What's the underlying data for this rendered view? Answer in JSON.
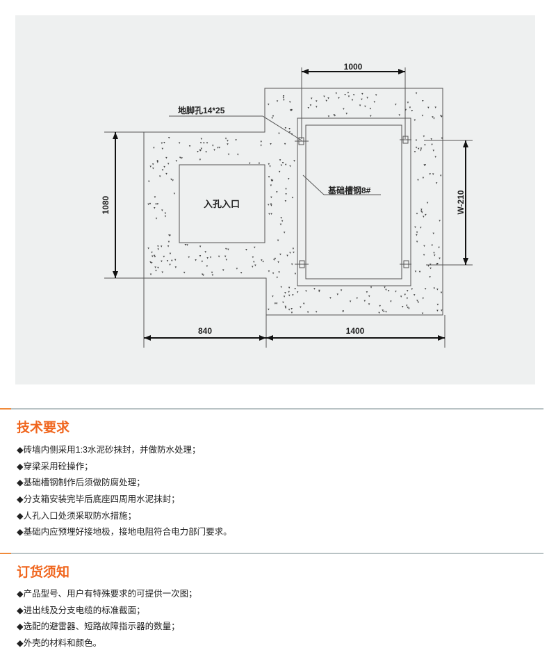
{
  "drawing": {
    "dim_top": "1000",
    "dim_left": "1080",
    "dim_right": "W-210",
    "dim_bottom_left": "840",
    "dim_bottom_right": "1400",
    "label_anchor_hole": "地脚孔14*25",
    "label_channel_steel": "基础槽钢8#",
    "label_manhole": "入孔入口"
  },
  "colors": {
    "accent": "#f0661e",
    "divider": "#b9c3c5",
    "drawing_bg": "#eef0f0"
  },
  "tech": {
    "title": "技术要求",
    "items": [
      "◆砖墙内侧采用1:3水泥砂抹封，并做防水处理；",
      "◆穿梁采用砼操作；",
      "◆基础槽钢制作后须做防腐处理；",
      "◆分支箱安装完毕后底座四周用水泥抹封；",
      "◆人孔入口处须采取防水措施；",
      "◆基础内应预埋好接地极，接地电阻符合电力部门要求。"
    ]
  },
  "order": {
    "title": "订货须知",
    "items": [
      "◆产品型号、用户有特殊要求的可提供一次图；",
      "◆进出线及分支电缆的标准截面；",
      "◆选配的避雷器、短路故障指示器的数量；",
      "◆外壳的材料和颜色。"
    ]
  }
}
